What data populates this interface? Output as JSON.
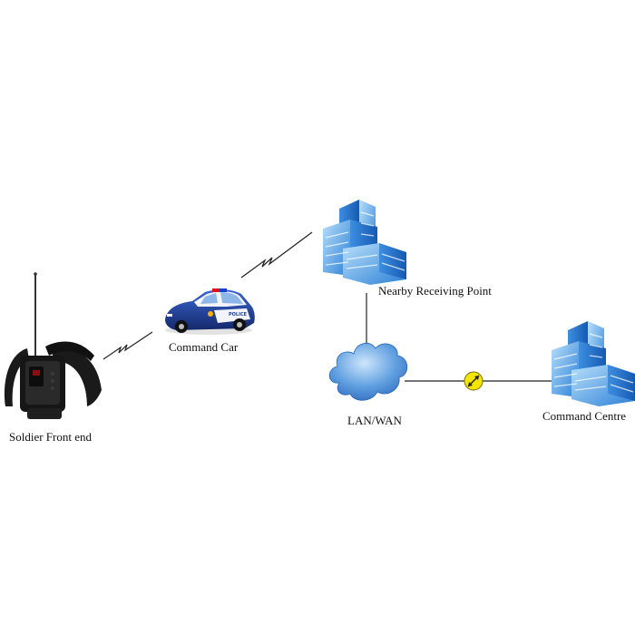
{
  "nodes": {
    "soldier": {
      "label": "Soldier Front end",
      "icon": "backpack-radio-icon"
    },
    "car": {
      "label": "Command Car",
      "icon": "police-car-icon",
      "badge_text": "POLICE"
    },
    "nearby": {
      "label": "Nearby Receiving Point",
      "icon": "building-icon"
    },
    "network": {
      "label": "LAN/WAN",
      "icon": "cloud-icon"
    },
    "centre": {
      "label": "Command Centre",
      "icon": "building-icon"
    }
  },
  "links": [
    {
      "from": "soldier",
      "to": "car",
      "type": "wireless"
    },
    {
      "from": "car",
      "to": "nearby",
      "type": "wireless"
    },
    {
      "from": "nearby",
      "to": "network",
      "type": "wired-arrow"
    },
    {
      "from": "network",
      "to": "centre",
      "type": "wired-repeater"
    }
  ],
  "colors": {
    "building_light": "#7fc3f0",
    "building_dark": "#1c6fc8",
    "cloud": "#4d8fd6",
    "car_body": "#1d3f9a",
    "repeater": "#f4e600",
    "line": "#222222"
  }
}
